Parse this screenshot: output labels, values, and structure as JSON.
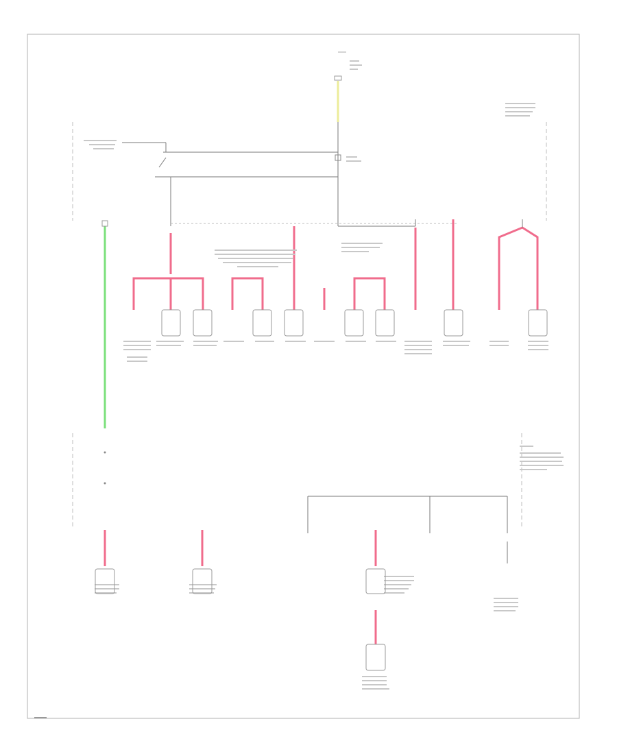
{
  "colors": {
    "pink": "#f06c8c",
    "pink_light": "#f7a3b8",
    "green": "#7be07b",
    "yellow": "#ecec9a",
    "wire": "#7a7a7a",
    "frame": "#b0b0b0"
  },
  "corner_id": "",
  "power_nodes": [
    {
      "id": "top_fuse",
      "wire_color": "yellow"
    },
    {
      "id": "relay_main",
      "wire_color": "wire"
    },
    {
      "id": "fuse_green",
      "wire_color": "green"
    },
    {
      "id": "fuse_1",
      "wire_color": "pink"
    },
    {
      "id": "fuse_2",
      "wire_color": "pink"
    },
    {
      "id": "fuse_3",
      "wire_color": "pink"
    },
    {
      "id": "fuse_4",
      "wire_color": "pink"
    },
    {
      "id": "fuse_5",
      "wire_color": "pink"
    }
  ],
  "components": [
    {
      "id": "comp_1"
    },
    {
      "id": "comp_2"
    },
    {
      "id": "comp_3"
    },
    {
      "id": "comp_4"
    },
    {
      "id": "comp_5"
    },
    {
      "id": "comp_6"
    },
    {
      "id": "comp_7"
    },
    {
      "id": "comp_8"
    },
    {
      "id": "comp_9"
    },
    {
      "id": "comp_10"
    },
    {
      "id": "comp_11"
    },
    {
      "id": "comp_12"
    },
    {
      "id": "comp_13"
    },
    {
      "id": "comp_14"
    }
  ]
}
